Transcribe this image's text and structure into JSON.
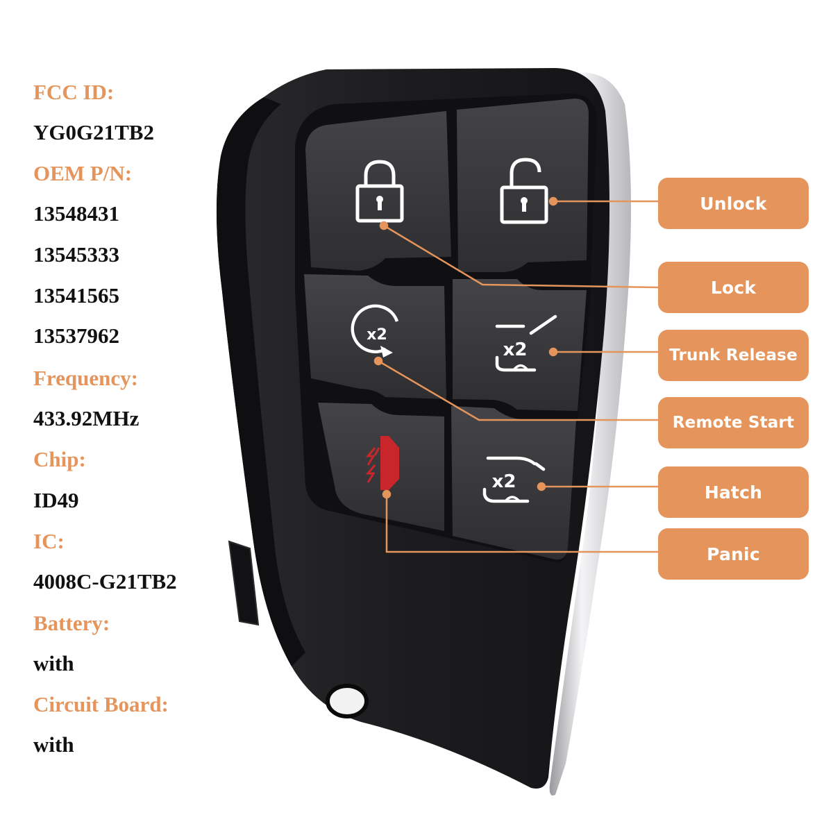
{
  "specs": [
    {
      "label": "FCC ID:",
      "values": [
        "YG0G21TB2"
      ]
    },
    {
      "label": "OEM P/N:",
      "values": [
        "13548431",
        "13545333",
        "13541565",
        "13537962"
      ]
    },
    {
      "label": "Frequency:",
      "values": [
        "433.92MHz"
      ]
    },
    {
      "label": "Chip:",
      "values": [
        "ID49"
      ]
    },
    {
      "label": "IC:",
      "values": [
        "4008C-G21TB2"
      ]
    },
    {
      "label": "Battery:",
      "values": [
        "with"
      ]
    },
    {
      "label": "Circuit Board:",
      "values": [
        "with"
      ]
    }
  ],
  "callouts": {
    "unlock": "Unlock",
    "lock": "Lock",
    "trunk_release": "Trunk Release",
    "remote_start": "Remote Start",
    "hatch": "Hatch",
    "panic": "Panic"
  },
  "buttons": {
    "remote_start_badge": "x2",
    "trunk_badge": "x2",
    "hatch_badge": "x2"
  },
  "colors": {
    "accent": "#e5955b",
    "fob_body": "#1f1f21",
    "button_face": "#3a3a3d",
    "panic_red": "#c8262b",
    "icon_white": "#ffffff",
    "chrome": "#d9d9db"
  }
}
